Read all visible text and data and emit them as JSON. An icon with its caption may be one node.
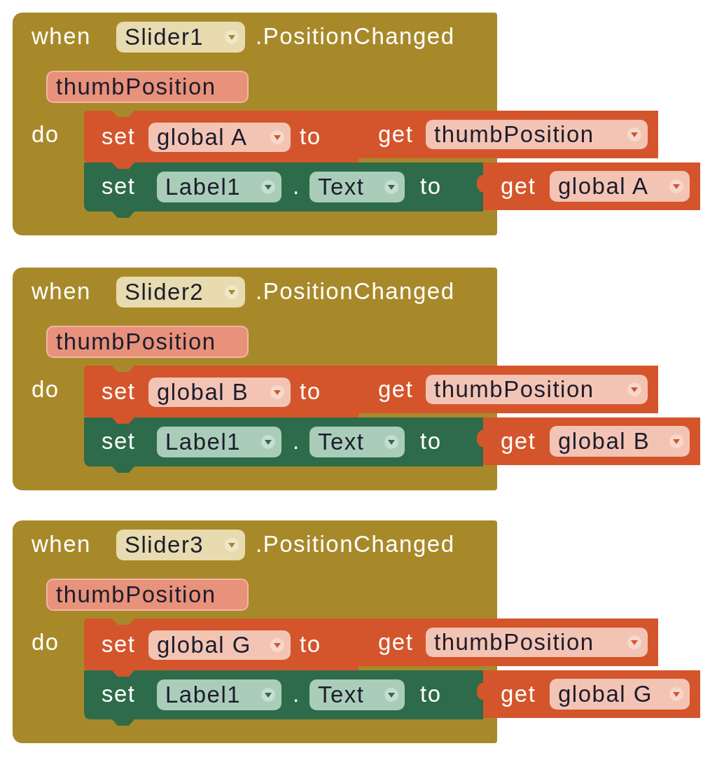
{
  "diagram": {
    "nodes": [
      {
        "text": [
          "when",
          ".PositionChanged",
          "do"
        ]
      },
      {
        "text": [
          "Slider1"
        ],
        "in": 0
      },
      {
        "text": [
          "thumbPosition"
        ],
        "in": 0
      },
      {
        "text": [
          "set",
          "to"
        ],
        "in": 0
      },
      {
        "text": [
          "global A"
        ],
        "in": 3
      },
      {
        "text": [
          "get"
        ]
      },
      {
        "text": [
          "thumbPosition"
        ],
        "in": 5
      },
      {
        "text": [
          "set",
          ".",
          "to"
        ],
        "in": 0
      },
      {
        "text": [
          "Label1"
        ],
        "in": 7
      },
      {
        "text": [
          "Text"
        ],
        "in": 7
      },
      {
        "text": [
          "get"
        ]
      },
      {
        "text": [
          "global A"
        ],
        "in": 10
      },
      {
        "text": [
          "when",
          ".PositionChanged",
          "do"
        ]
      },
      {
        "text": [
          "Slider2"
        ],
        "in": 12
      },
      {
        "text": [
          "thumbPosition"
        ],
        "in": 12
      },
      {
        "text": [
          "set",
          "to"
        ],
        "in": 12
      },
      {
        "text": [
          "global B"
        ],
        "in": 15
      },
      {
        "text": [
          "get"
        ]
      },
      {
        "text": [
          "thumbPosition"
        ],
        "in": 17
      },
      {
        "text": [
          "set",
          ".",
          "to"
        ],
        "in": 12
      },
      {
        "text": [
          "Label1"
        ],
        "in": 19
      },
      {
        "text": [
          "Text"
        ],
        "in": 19
      },
      {
        "text": [
          "get"
        ]
      },
      {
        "text": [
          "global B"
        ],
        "in": 22
      },
      {
        "text": [
          "when",
          ".PositionChanged",
          "do"
        ]
      },
      {
        "text": [
          "Slider3"
        ],
        "in": 24
      },
      {
        "text": [
          "thumbPosition"
        ],
        "in": 24
      },
      {
        "text": [
          "set",
          "to"
        ],
        "in": 24
      },
      {
        "text": [
          "global G"
        ],
        "in": 27
      },
      {
        "text": [
          "get"
        ]
      },
      {
        "text": [
          "thumbPosition"
        ],
        "in": 29
      },
      {
        "text": [
          "set",
          ".",
          "to"
        ],
        "in": 24
      },
      {
        "text": [
          "Label1"
        ],
        "in": 31
      },
      {
        "text": [
          "Text"
        ],
        "in": 31
      },
      {
        "text": [
          "get"
        ]
      },
      {
        "text": [
          "global G"
        ],
        "in": 34
      }
    ]
  }
}
